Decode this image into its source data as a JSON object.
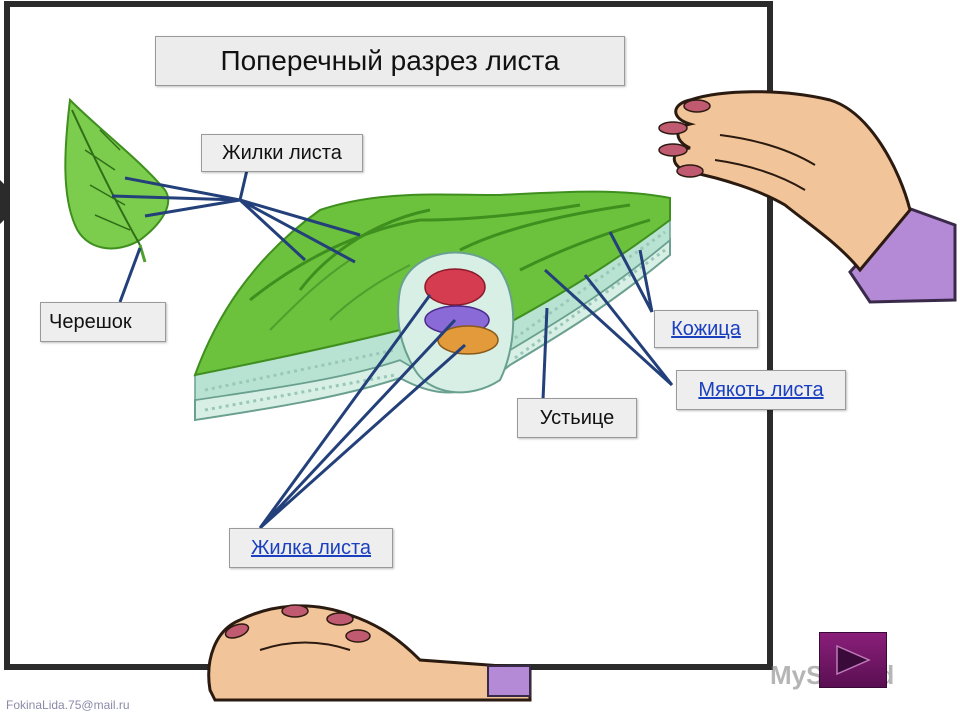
{
  "title": "Поперечный разрез листа",
  "labels": {
    "veins": "Жилки листа",
    "petiole": "Черешок",
    "epidermis": "Кожица",
    "mesophyll": "Мякоть листа",
    "stoma": "Устьице",
    "vein": "Жилка листа"
  },
  "credit": "FokinaLida.75@mail.ru",
  "watermark": "MyShared",
  "colors": {
    "frame": "#2b2b2b",
    "leaf_green": "#6cc23c",
    "leaf_dark": "#3f8f1f",
    "link_blue": "#1a3fbf",
    "line_blue": "#23407a",
    "skin": "#f2c49a",
    "sleeve": "#b48ad6",
    "nav_button": "#7a1a6e"
  },
  "icons": {
    "next": "play-triangle-icon",
    "watermark_logo": "presentation-board-icon"
  }
}
